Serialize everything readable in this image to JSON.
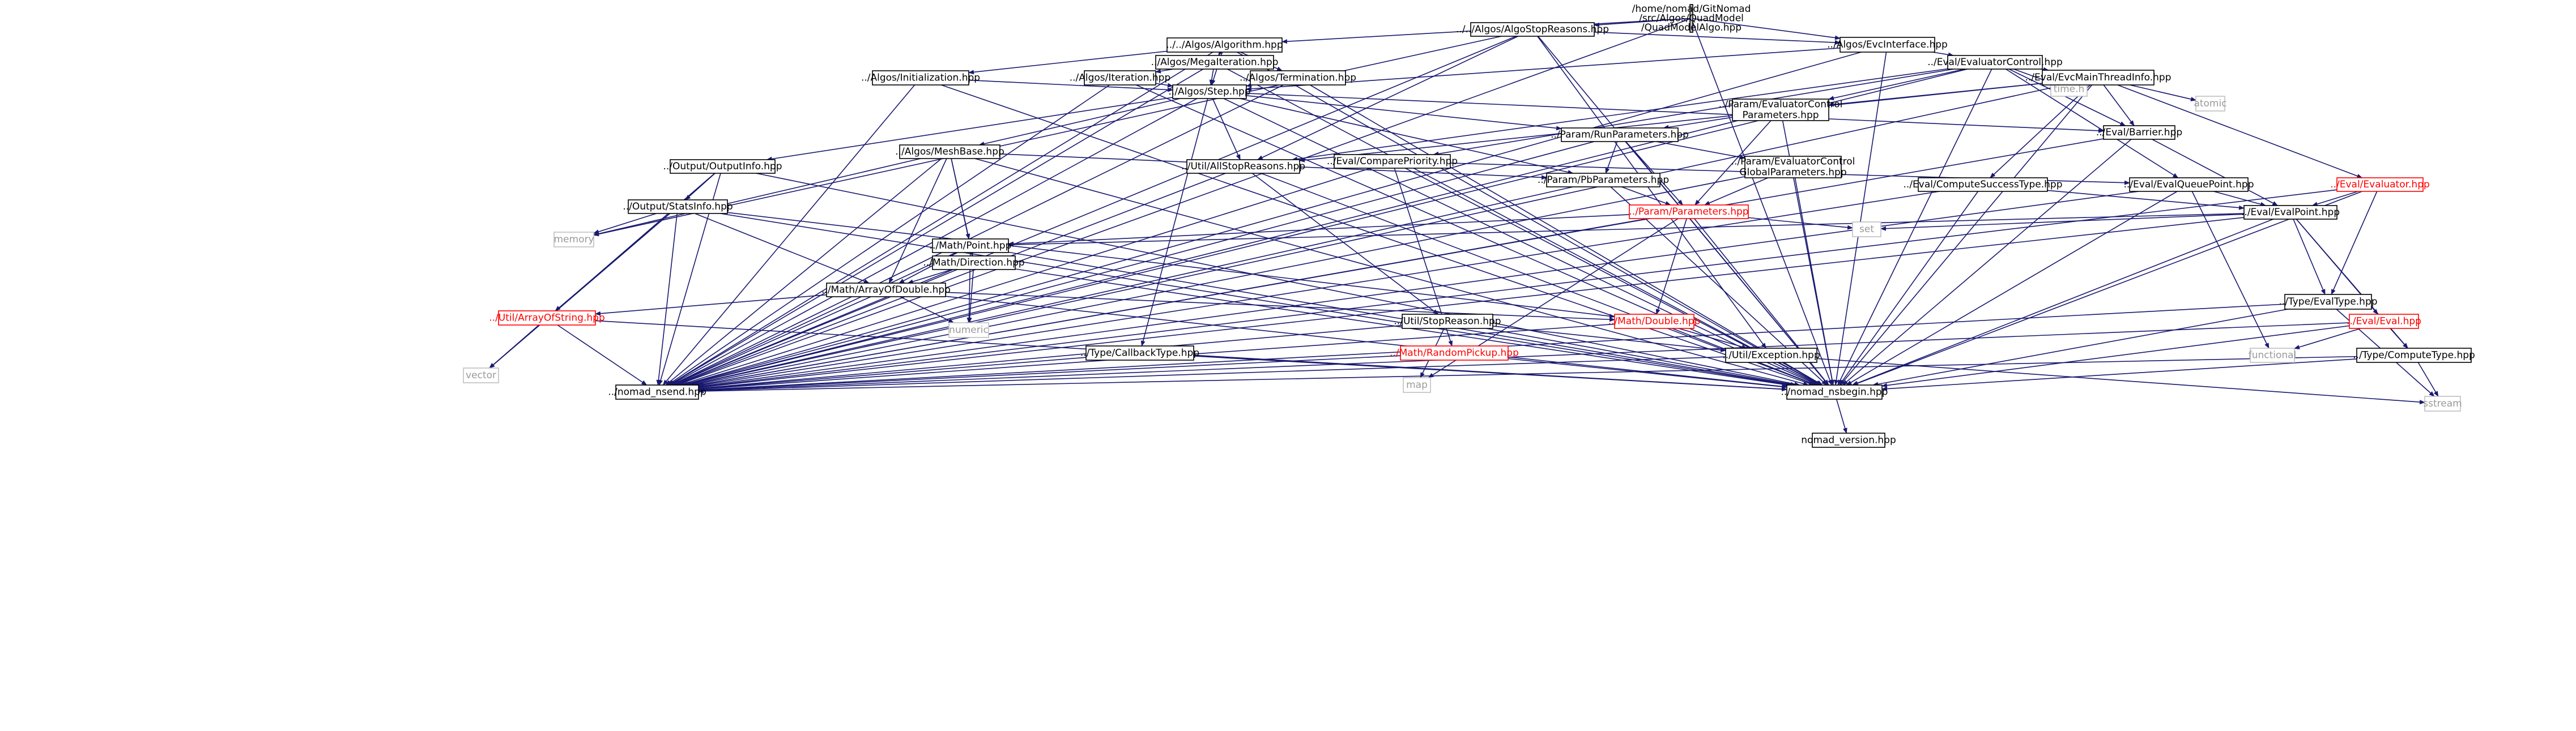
{
  "colors": {
    "edge": "#191970",
    "text_normal": "#000000",
    "text_red": "#ff0000",
    "text_gray": "#9a9a9a",
    "border_black": "#000000",
    "border_red": "#ff0000",
    "border_gray": "#bfbfbf",
    "root_fill": "#bfbfbf",
    "node_fill": "#ffffff"
  },
  "nodes": [
    {
      "id": "root",
      "lines": [
        "/home/nomad/GitNomad",
        "/src/Algos/QuadModel",
        "/QuadModelAlgo.hpp"
      ],
      "style": "root"
    },
    {
      "id": "algostop",
      "lines": [
        "../../Algos/AlgoStopReasons.hpp"
      ],
      "style": "normal"
    },
    {
      "id": "algorithm",
      "lines": [
        "../../Algos/Algorithm.hpp"
      ],
      "style": "normal"
    },
    {
      "id": "evcinterface",
      "lines": [
        "../Algos/EvcInterface.hpp"
      ],
      "style": "normal"
    },
    {
      "id": "megaiter",
      "lines": [
        "../Algos/MegaIteration.hpp"
      ],
      "style": "normal"
    },
    {
      "id": "init",
      "lines": [
        "../Algos/Initialization.hpp"
      ],
      "style": "normal"
    },
    {
      "id": "iteration",
      "lines": [
        "../Algos/Iteration.hpp"
      ],
      "style": "normal"
    },
    {
      "id": "termination",
      "lines": [
        "../Algos/Termination.hpp"
      ],
      "style": "normal"
    },
    {
      "id": "evalctrl",
      "lines": [
        "../Eval/EvaluatorControl.hpp"
      ],
      "style": "normal"
    },
    {
      "id": "timeh",
      "lines": [
        "time.h"
      ],
      "style": "gray"
    },
    {
      "id": "evcmain",
      "lines": [
        "../Eval/EvcMainThreadInfo.hpp"
      ],
      "style": "normal"
    },
    {
      "id": "atomic",
      "lines": [
        "atomic"
      ],
      "style": "gray"
    },
    {
      "id": "step",
      "lines": [
        "../Algos/Step.hpp"
      ],
      "style": "normal"
    },
    {
      "id": "paramevalctrl",
      "lines": [
        "../Param/EvaluatorControl",
        "Parameters.hpp"
      ],
      "style": "normal"
    },
    {
      "id": "barrier",
      "lines": [
        "../Eval/Barrier.hpp"
      ],
      "style": "normal"
    },
    {
      "id": "runparams",
      "lines": [
        "../Param/RunParameters.hpp"
      ],
      "style": "normal"
    },
    {
      "id": "meshbase",
      "lines": [
        "../Algos/MeshBase.hpp"
      ],
      "style": "normal"
    },
    {
      "id": "compprio",
      "lines": [
        "../Eval/ComparePriority.hpp"
      ],
      "style": "normal"
    },
    {
      "id": "paramevalglobal",
      "lines": [
        "../Param/EvaluatorControl",
        "GlobalParameters.hpp"
      ],
      "style": "normal"
    },
    {
      "id": "outputinfo",
      "lines": [
        "../Output/OutputInfo.hpp"
      ],
      "style": "normal"
    },
    {
      "id": "allstop",
      "lines": [
        "../Util/AllStopReasons.hpp"
      ],
      "style": "normal"
    },
    {
      "id": "pbparams",
      "lines": [
        "../Param/PbParameters.hpp"
      ],
      "style": "normal"
    },
    {
      "id": "compsucc",
      "lines": [
        "../Eval/ComputeSuccessType.hpp"
      ],
      "style": "normal"
    },
    {
      "id": "evalqueue",
      "lines": [
        "../Eval/EvalQueuePoint.hpp"
      ],
      "style": "normal"
    },
    {
      "id": "evaluator",
      "lines": [
        "../Eval/Evaluator.hpp"
      ],
      "style": "red"
    },
    {
      "id": "statsinfo",
      "lines": [
        "../Output/StatsInfo.hpp"
      ],
      "style": "normal"
    },
    {
      "id": "parameters",
      "lines": [
        "../Param/Parameters.hpp"
      ],
      "style": "red"
    },
    {
      "id": "evalpoint",
      "lines": [
        "../Eval/EvalPoint.hpp"
      ],
      "style": "normal"
    },
    {
      "id": "set",
      "lines": [
        "set"
      ],
      "style": "gray"
    },
    {
      "id": "memory",
      "lines": [
        "memory"
      ],
      "style": "gray"
    },
    {
      "id": "mathpoint",
      "lines": [
        "../Math/Point.hpp"
      ],
      "style": "normal"
    },
    {
      "id": "direction",
      "lines": [
        "../Math/Direction.hpp"
      ],
      "style": "normal"
    },
    {
      "id": "evaltype",
      "lines": [
        "../Type/EvalType.hpp"
      ],
      "style": "normal"
    },
    {
      "id": "arrdouble",
      "lines": [
        "../Math/ArrayOfDouble.hpp"
      ],
      "style": "normal"
    },
    {
      "id": "arrstring",
      "lines": [
        "../Util/ArrayOfString.hpp"
      ],
      "style": "red"
    },
    {
      "id": "vector",
      "lines": [
        "vector"
      ],
      "style": "gray"
    },
    {
      "id": "numeric",
      "lines": [
        "numeric"
      ],
      "style": "gray"
    },
    {
      "id": "stopreason",
      "lines": [
        "../Util/StopReason.hpp"
      ],
      "style": "normal"
    },
    {
      "id": "mathdouble",
      "lines": [
        "../Math/Double.hpp"
      ],
      "style": "red"
    },
    {
      "id": "evalhpp",
      "lines": [
        "../Eval/Eval.hpp"
      ],
      "style": "red"
    },
    {
      "id": "functional",
      "lines": [
        "functional"
      ],
      "style": "gray"
    },
    {
      "id": "cbtype",
      "lines": [
        "../Type/CallbackType.hpp"
      ],
      "style": "normal"
    },
    {
      "id": "randompickup",
      "lines": [
        "../Math/RandomPickup.hpp"
      ],
      "style": "red"
    },
    {
      "id": "map",
      "lines": [
        "map"
      ],
      "style": "gray"
    },
    {
      "id": "exception",
      "lines": [
        "../Util/Exception.hpp"
      ],
      "style": "normal"
    },
    {
      "id": "computetype",
      "lines": [
        "../Type/ComputeType.hpp"
      ],
      "style": "normal"
    },
    {
      "id": "sstream",
      "lines": [
        "sstream"
      ],
      "style": "gray"
    },
    {
      "id": "nsend",
      "lines": [
        "../nomad_nsend.hpp"
      ],
      "style": "normal"
    },
    {
      "id": "nsbegin",
      "lines": [
        "../nomad_nsbegin.hpp"
      ],
      "style": "normal"
    },
    {
      "id": "version",
      "lines": [
        "nomad_version.hpp"
      ],
      "style": "normal"
    }
  ],
  "edges": [
    [
      "root",
      "algostop"
    ],
    [
      "root",
      "algorithm"
    ],
    [
      "root",
      "evcinterface"
    ],
    [
      "root",
      "nsend"
    ],
    [
      "root",
      "nsbegin"
    ],
    [
      "algostop",
      "evcinterface"
    ],
    [
      "algostop",
      "allstop"
    ],
    [
      "algostop",
      "nsend"
    ],
    [
      "algostop",
      "nsbegin"
    ],
    [
      "algostop",
      "memory"
    ],
    [
      "algostop",
      "exception"
    ],
    [
      "algorithm",
      "megaiter"
    ],
    [
      "algorithm",
      "init"
    ],
    [
      "algorithm",
      "termination"
    ],
    [
      "algorithm",
      "step"
    ],
    [
      "algorithm",
      "nsend"
    ],
    [
      "algorithm",
      "nsbegin"
    ],
    [
      "evcinterface",
      "evalctrl"
    ],
    [
      "evcinterface",
      "step"
    ],
    [
      "evcinterface",
      "nsend"
    ],
    [
      "evcinterface",
      "nsbegin"
    ],
    [
      "megaiter",
      "iteration"
    ],
    [
      "megaiter",
      "step"
    ],
    [
      "megaiter",
      "nsend"
    ],
    [
      "megaiter",
      "nsbegin"
    ],
    [
      "init",
      "step"
    ],
    [
      "init",
      "nsend"
    ],
    [
      "init",
      "nsbegin"
    ],
    [
      "iteration",
      "step"
    ],
    [
      "iteration",
      "nsend"
    ],
    [
      "iteration",
      "nsbegin"
    ],
    [
      "termination",
      "step"
    ],
    [
      "termination",
      "nsend"
    ],
    [
      "termination",
      "nsbegin"
    ],
    [
      "evalctrl",
      "timeh"
    ],
    [
      "evalctrl",
      "evcmain"
    ],
    [
      "evalctrl",
      "paramevalctrl"
    ],
    [
      "evalctrl",
      "barrier"
    ],
    [
      "evalctrl",
      "compprio"
    ],
    [
      "evalctrl",
      "evalqueue"
    ],
    [
      "evalctrl",
      "allstop"
    ],
    [
      "evalctrl",
      "nsend"
    ],
    [
      "evalctrl",
      "nsbegin"
    ],
    [
      "evcmain",
      "atomic"
    ],
    [
      "evcmain",
      "barrier"
    ],
    [
      "evcmain",
      "paramevalctrl"
    ],
    [
      "evcmain",
      "compsucc"
    ],
    [
      "evcmain",
      "evaluator"
    ],
    [
      "evcmain",
      "allstop"
    ],
    [
      "evcmain",
      "nsend"
    ],
    [
      "evcmain",
      "nsbegin"
    ],
    [
      "step",
      "barrier"
    ],
    [
      "step",
      "runparams"
    ],
    [
      "step",
      "meshbase"
    ],
    [
      "step",
      "outputinfo"
    ],
    [
      "step",
      "allstop"
    ],
    [
      "step",
      "pbparams"
    ],
    [
      "step",
      "cbtype"
    ],
    [
      "step",
      "nsend"
    ],
    [
      "step",
      "nsbegin"
    ],
    [
      "paramevalctrl",
      "runparams"
    ],
    [
      "paramevalctrl",
      "parameters"
    ],
    [
      "paramevalctrl",
      "nsend"
    ],
    [
      "paramevalctrl",
      "nsbegin"
    ],
    [
      "barrier",
      "evalpoint"
    ],
    [
      "barrier",
      "nsend"
    ],
    [
      "barrier",
      "nsbegin"
    ],
    [
      "runparams",
      "paramevalglobal"
    ],
    [
      "runparams",
      "pbparams"
    ],
    [
      "runparams",
      "parameters"
    ],
    [
      "runparams",
      "nsend"
    ],
    [
      "runparams",
      "nsbegin"
    ],
    [
      "meshbase",
      "mathpoint"
    ],
    [
      "meshbase",
      "direction"
    ],
    [
      "meshbase",
      "arrdouble"
    ],
    [
      "meshbase",
      "pbparams"
    ],
    [
      "meshbase",
      "memory"
    ],
    [
      "meshbase",
      "nsend"
    ],
    [
      "meshbase",
      "nsbegin"
    ],
    [
      "compprio",
      "evalqueue"
    ],
    [
      "compprio",
      "randompickup"
    ],
    [
      "compprio",
      "nsend"
    ],
    [
      "compprio",
      "nsbegin"
    ],
    [
      "paramevalglobal",
      "parameters"
    ],
    [
      "paramevalglobal",
      "nsend"
    ],
    [
      "paramevalglobal",
      "nsbegin"
    ],
    [
      "outputinfo",
      "statsinfo"
    ],
    [
      "outputinfo",
      "vector"
    ],
    [
      "outputinfo",
      "nsend"
    ],
    [
      "outputinfo",
      "nsbegin"
    ],
    [
      "allstop",
      "stopreason"
    ],
    [
      "allstop",
      "nsend"
    ],
    [
      "allstop",
      "nsbegin"
    ],
    [
      "pbparams",
      "parameters"
    ],
    [
      "pbparams",
      "nsend"
    ],
    [
      "pbparams",
      "nsbegin"
    ],
    [
      "compsucc",
      "evalpoint"
    ],
    [
      "compsucc",
      "nsend"
    ],
    [
      "compsucc",
      "nsbegin"
    ],
    [
      "evalqueue",
      "evalpoint"
    ],
    [
      "evalqueue",
      "functional"
    ],
    [
      "evalqueue",
      "nsend"
    ],
    [
      "evalqueue",
      "nsbegin"
    ],
    [
      "evaluator",
      "evalpoint"
    ],
    [
      "evaluator",
      "evaltype"
    ],
    [
      "evaluator",
      "nsend"
    ],
    [
      "evaluator",
      "nsbegin"
    ],
    [
      "statsinfo",
      "arrdouble"
    ],
    [
      "statsinfo",
      "arrstring"
    ],
    [
      "statsinfo",
      "memory"
    ],
    [
      "statsinfo",
      "vector"
    ],
    [
      "statsinfo",
      "mathdouble"
    ],
    [
      "statsinfo",
      "nsend"
    ],
    [
      "statsinfo",
      "nsbegin"
    ],
    [
      "parameters",
      "set"
    ],
    [
      "parameters",
      "map"
    ],
    [
      "parameters",
      "mathdouble"
    ],
    [
      "parameters",
      "mathpoint"
    ],
    [
      "parameters",
      "nsend"
    ],
    [
      "parameters",
      "nsbegin"
    ],
    [
      "evalpoint",
      "set"
    ],
    [
      "evalpoint",
      "mathpoint"
    ],
    [
      "evalpoint",
      "evaltype"
    ],
    [
      "evalpoint",
      "evalhpp"
    ],
    [
      "evalpoint",
      "computetype"
    ],
    [
      "evalpoint",
      "nsend"
    ],
    [
      "evalpoint",
      "nsbegin"
    ],
    [
      "mathpoint",
      "direction"
    ],
    [
      "mathpoint",
      "arrdouble"
    ],
    [
      "mathpoint",
      "numeric"
    ],
    [
      "mathpoint",
      "nsend"
    ],
    [
      "mathpoint",
      "nsbegin"
    ],
    [
      "direction",
      "arrdouble"
    ],
    [
      "direction",
      "numeric"
    ],
    [
      "direction",
      "nsend"
    ],
    [
      "direction",
      "nsbegin"
    ],
    [
      "evaltype",
      "nsend"
    ],
    [
      "evaltype",
      "nsbegin"
    ],
    [
      "evaltype",
      "sstream"
    ],
    [
      "arrdouble",
      "arrstring"
    ],
    [
      "arrdouble",
      "numeric"
    ],
    [
      "arrdouble",
      "mathdouble"
    ],
    [
      "arrdouble",
      "nsend"
    ],
    [
      "arrdouble",
      "nsbegin"
    ],
    [
      "arrstring",
      "vector"
    ],
    [
      "arrstring",
      "nsend"
    ],
    [
      "arrstring",
      "nsbegin"
    ],
    [
      "stopreason",
      "map"
    ],
    [
      "stopreason",
      "exception"
    ],
    [
      "stopreason",
      "nsend"
    ],
    [
      "stopreason",
      "nsbegin"
    ],
    [
      "mathdouble",
      "exception"
    ],
    [
      "mathdouble",
      "nsend"
    ],
    [
      "mathdouble",
      "nsbegin"
    ],
    [
      "evalhpp",
      "functional"
    ],
    [
      "evalhpp",
      "computetype"
    ],
    [
      "evalhpp",
      "nsend"
    ],
    [
      "evalhpp",
      "nsbegin"
    ],
    [
      "cbtype",
      "nsend"
    ],
    [
      "cbtype",
      "nsbegin"
    ],
    [
      "randompickup",
      "nsend"
    ],
    [
      "randompickup",
      "nsbegin"
    ],
    [
      "exception",
      "sstream"
    ],
    [
      "exception",
      "nsend"
    ],
    [
      "exception",
      "nsbegin"
    ],
    [
      "computetype",
      "sstream"
    ],
    [
      "computetype",
      "nsend"
    ],
    [
      "computetype",
      "nsbegin"
    ],
    [
      "nsbegin",
      "version"
    ]
  ]
}
